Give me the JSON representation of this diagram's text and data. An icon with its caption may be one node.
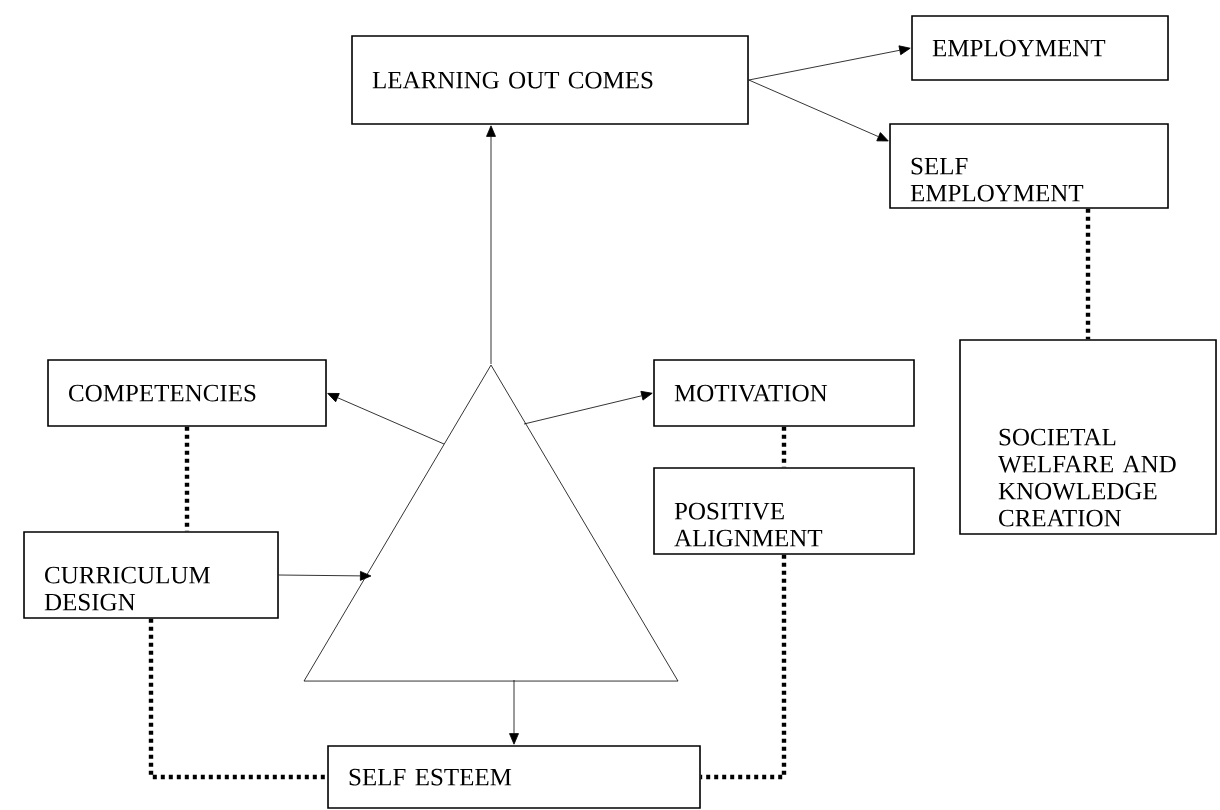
{
  "diagram": {
    "nodes": [
      {
        "text": [
          "LEARNING OUT COMES"
        ]
      },
      {
        "text": [
          "EMPLOYMENT"
        ]
      },
      {
        "text": [
          "SELF EMPLOYMENT"
        ]
      },
      {
        "text": [
          "SOCIETAL WELFARE AND KNOWLEDGE CREATION"
        ]
      },
      {
        "text": [
          "COMPETENCIES"
        ]
      },
      {
        "text": [],
        "shape": "triangle"
      },
      {
        "text": [
          "MOTIVATION"
        ]
      },
      {
        "text": [
          "POSITIVE ALIGNMENT"
        ]
      },
      {
        "text": [
          "CURRICULUM DESIGN"
        ]
      },
      {
        "text": [
          "SELF ESTEEM"
        ]
      }
    ],
    "edges": [
      {
        "from": 0,
        "to": 1,
        "arrow": "to"
      },
      {
        "from": 0,
        "to": 2,
        "arrow": "to"
      },
      {
        "from": 2,
        "to": 3,
        "arrow": "none",
        "style": "dashed"
      },
      {
        "from": 5,
        "to": 0,
        "arrow": "to"
      },
      {
        "from": 5,
        "to": 4,
        "arrow": "to"
      },
      {
        "from": 5,
        "to": 6,
        "arrow": "to"
      },
      {
        "from": 8,
        "to": 5,
        "arrow": "to"
      },
      {
        "from": 4,
        "to": 8,
        "arrow": "none",
        "style": "dashed"
      },
      {
        "from": 6,
        "to": 7,
        "arrow": "none",
        "style": "dashed"
      },
      {
        "from": 8,
        "to": 9,
        "arrow": "none",
        "style": "dashed"
      },
      {
        "from": 7,
        "to": 9,
        "arrow": "none",
        "style": "dashed"
      },
      {
        "from": 5,
        "to": 9,
        "arrow": "to"
      }
    ]
  }
}
